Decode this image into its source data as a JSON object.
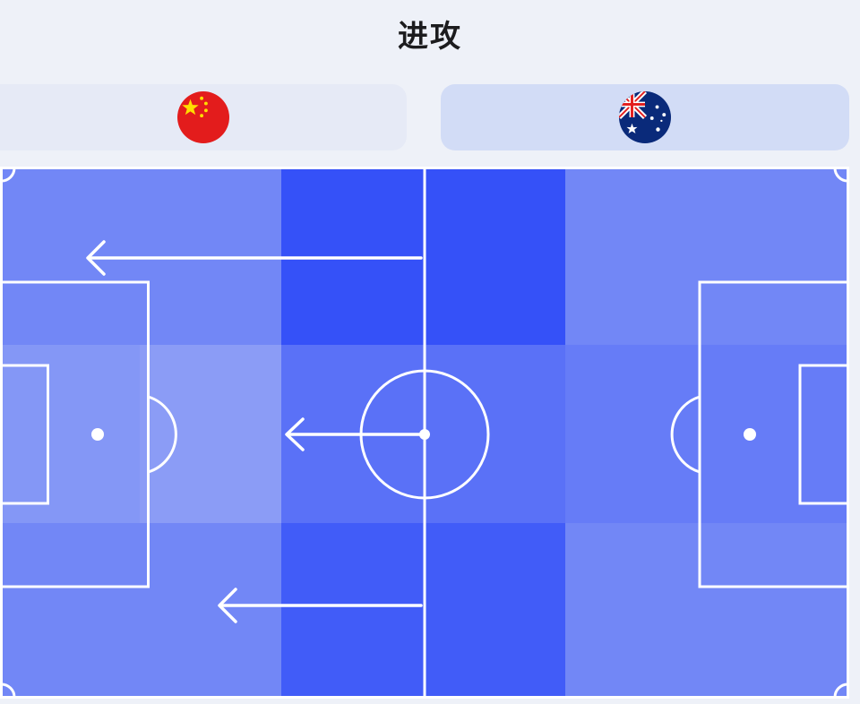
{
  "header": {
    "title": "进攻"
  },
  "teams": [
    {
      "id": "home",
      "flag_icon": "china-flag-icon",
      "selected": false
    },
    {
      "id": "away",
      "flag_icon": "australia-flag-icon",
      "selected": true
    }
  ],
  "heatmap": {
    "columns": 6,
    "rows": 3,
    "intensity": [
      [
        0.45,
        0.45,
        0.95,
        0.95,
        0.45,
        0.45
      ],
      [
        0.3,
        0.25,
        0.65,
        0.65,
        0.55,
        0.55
      ],
      [
        0.45,
        0.45,
        0.85,
        0.85,
        0.45,
        0.45
      ]
    ]
  },
  "colors": {
    "heat_low": "#a9b7f5",
    "heat_high": "#2f4cf8",
    "pitch_lines": "#ffffff",
    "background": "#eef1f8"
  }
}
